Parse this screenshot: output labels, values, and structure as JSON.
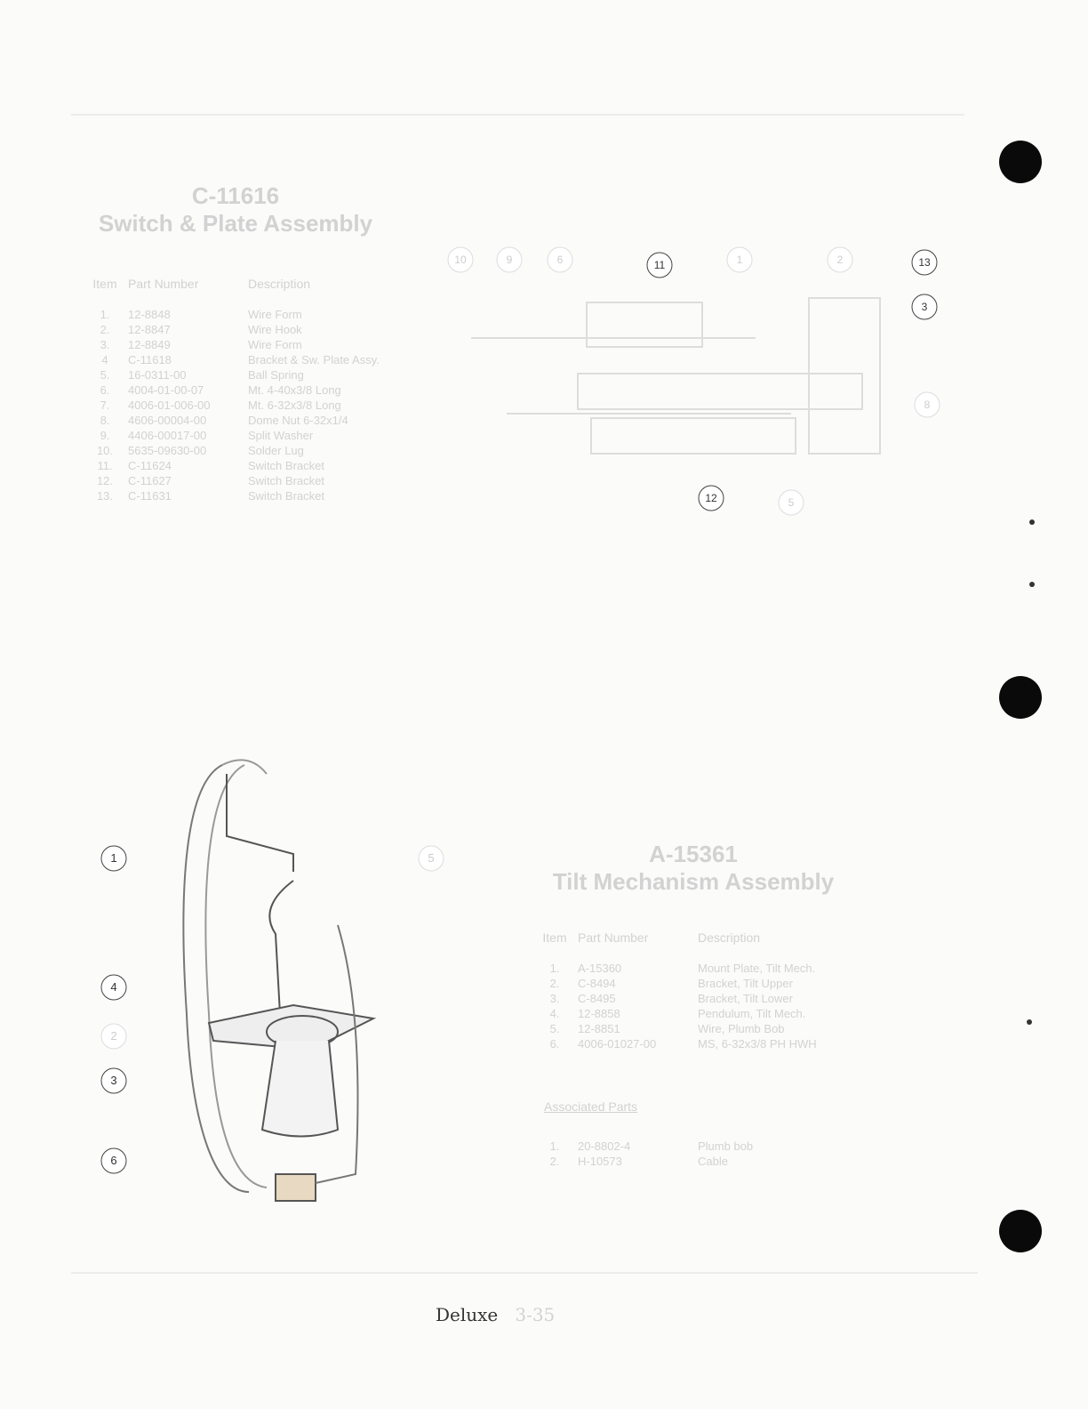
{
  "assembly1": {
    "number": "C-11616",
    "name": "Switch & Plate Assembly",
    "headers": [
      "Item",
      "Part Number",
      "Description"
    ],
    "rows": [
      [
        "1.",
        "12-8848",
        "Wire Form"
      ],
      [
        "2.",
        "12-8847",
        "Wire Hook"
      ],
      [
        "3.",
        "12-8849",
        "Wire Form"
      ],
      [
        "4",
        "C-11618",
        "Bracket & Sw. Plate Assy."
      ],
      [
        "5.",
        "16-0311-00",
        "Ball Spring"
      ],
      [
        "6.",
        "4004-01-00-07",
        "Mt. 4-40x3/8 Long"
      ],
      [
        "7.",
        "4006-01-006-00",
        "Mt. 6-32x3/8 Long"
      ],
      [
        "8.",
        "4606-00004-00",
        "Dome Nut 6-32x1/4"
      ],
      [
        "9.",
        "4406-00017-00",
        "Split Washer"
      ],
      [
        "10.",
        "5635-09630-00",
        "Solder Lug"
      ],
      [
        "11.",
        "C-11624",
        "Switch Bracket"
      ],
      [
        "12.",
        "C-11627",
        "Switch Bracket"
      ],
      [
        "13.",
        "C-11631",
        "Switch Bracket"
      ]
    ]
  },
  "assembly2": {
    "number": "A-15361",
    "name": "Tilt Mechanism Assembly",
    "headers": [
      "Item",
      "Part Number",
      "Description"
    ],
    "rows": [
      [
        "1.",
        "A-15360",
        "Mount Plate, Tilt Mech."
      ],
      [
        "2.",
        "C-8494",
        "Bracket, Tilt Upper"
      ],
      [
        "3.",
        "C-8495",
        "Bracket, Tilt Lower"
      ],
      [
        "4.",
        "12-8858",
        "Pendulum, Tilt Mech."
      ],
      [
        "5.",
        "12-8851",
        "Wire, Plumb Bob"
      ],
      [
        "6.",
        "4006-01027-00",
        "MS, 6-32x3/8 PH HWH"
      ]
    ],
    "associated_title": "Associated Parts",
    "associated": [
      [
        "1.",
        "20-8802-4",
        "Plumb bob"
      ],
      [
        "2.",
        "H-10573",
        "Cable"
      ]
    ]
  },
  "callouts_top": [
    "10",
    "9",
    "6",
    "11",
    "1",
    "2",
    "13",
    "3",
    "8",
    "12",
    "5"
  ],
  "callouts_bottom": [
    "1",
    "4",
    "2",
    "3",
    "6",
    "5"
  ],
  "footer": {
    "book": "Deluxe",
    "page": "3-35"
  }
}
